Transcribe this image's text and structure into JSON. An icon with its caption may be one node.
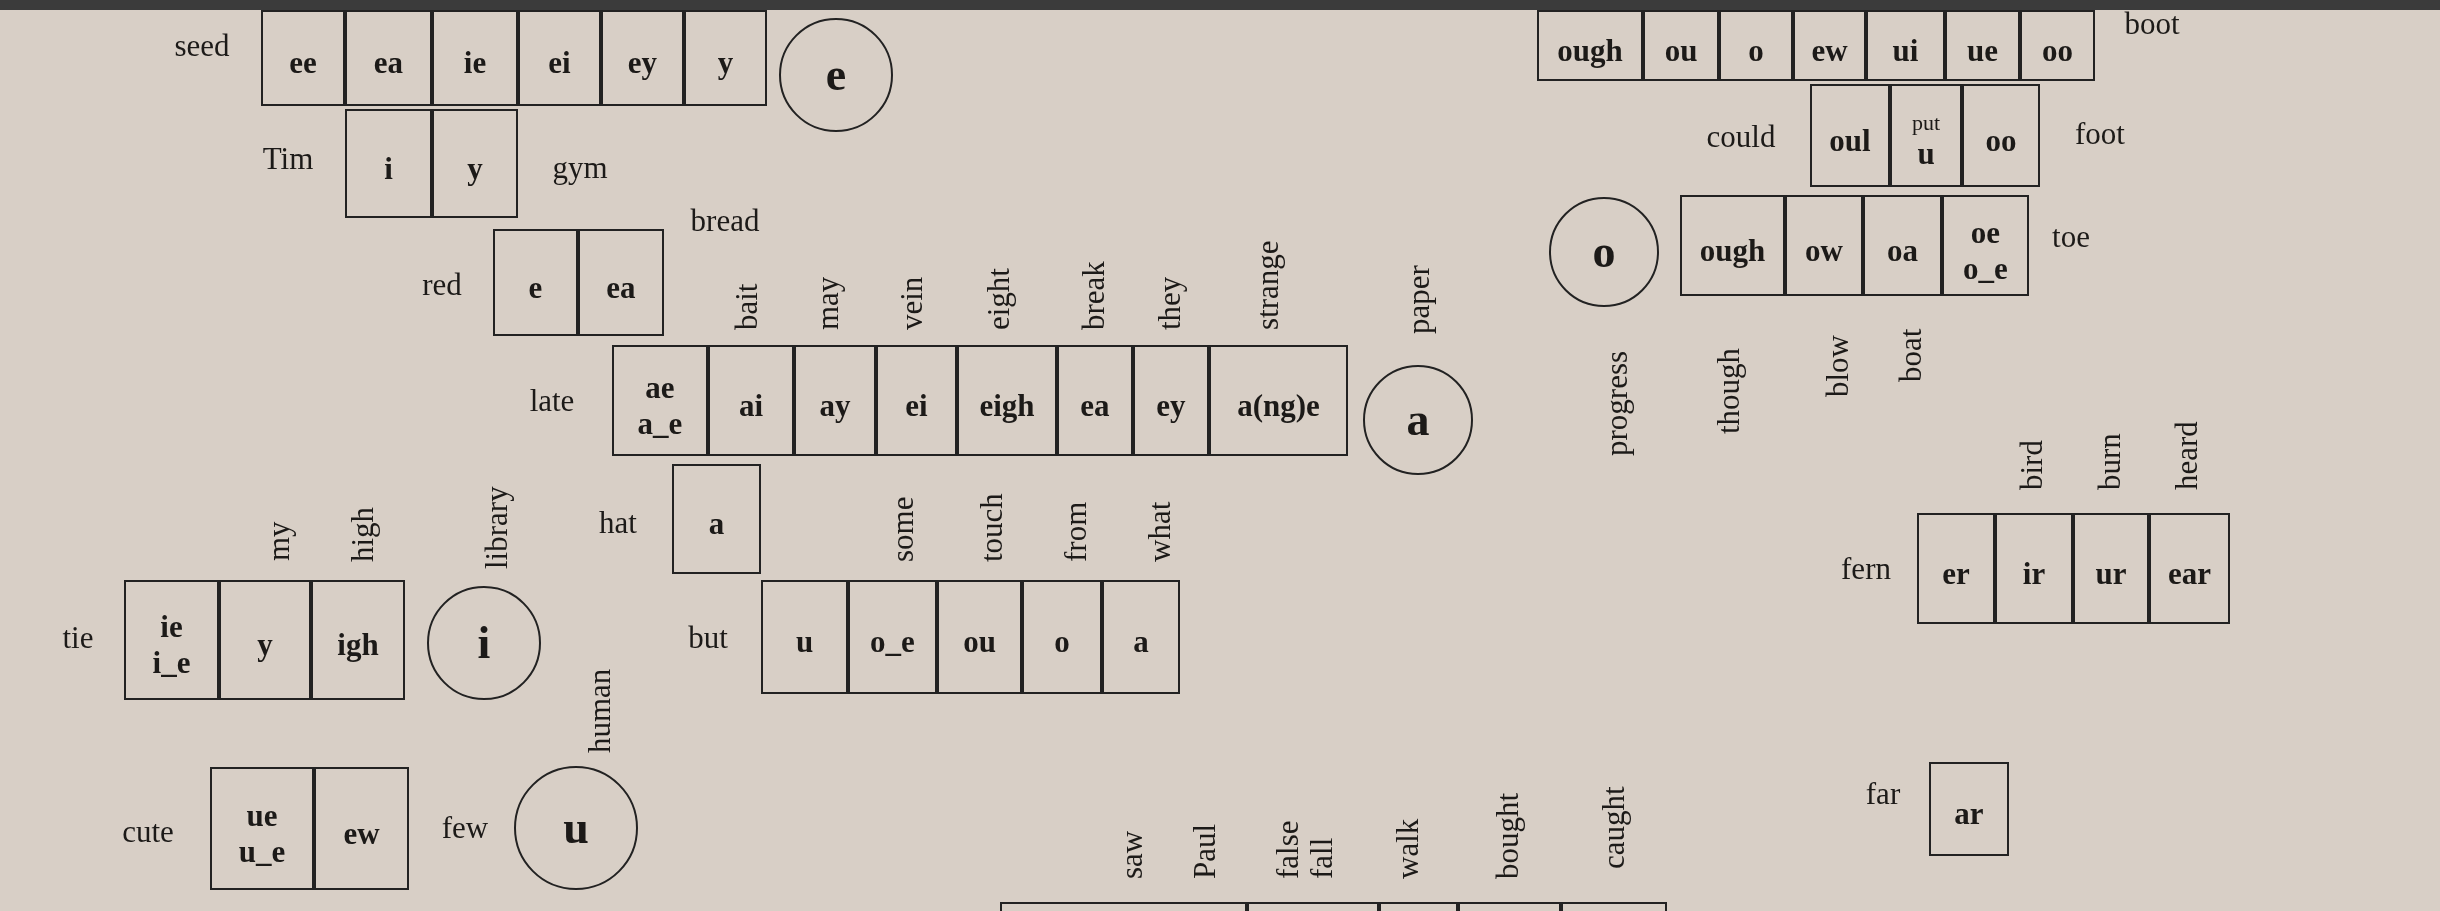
{
  "diagram": {
    "nodes": [
      {
        "text": [
          "ee"
        ]
      },
      {
        "text": [
          "ea"
        ]
      },
      {
        "text": [
          "ie"
        ]
      },
      {
        "text": [
          "ei"
        ]
      },
      {
        "text": [
          "ey"
        ]
      },
      {
        "text": [
          "y"
        ]
      },
      {
        "text": [
          "e"
        ]
      },
      {
        "text": [
          "i"
        ]
      },
      {
        "text": [
          "y"
        ]
      },
      {
        "text": [
          "e"
        ]
      },
      {
        "text": [
          "ea"
        ]
      },
      {
        "text": [
          "ae",
          "a_e"
        ]
      },
      {
        "text": [
          "ai"
        ]
      },
      {
        "text": [
          "ay"
        ]
      },
      {
        "text": [
          "ei"
        ]
      },
      {
        "text": [
          "eigh"
        ]
      },
      {
        "text": [
          "ea"
        ]
      },
      {
        "text": [
          "ey"
        ]
      },
      {
        "text": [
          "a(ng)e"
        ]
      },
      {
        "text": [
          "a"
        ]
      },
      {
        "text": [
          "a"
        ]
      },
      {
        "text": [
          "u"
        ]
      },
      {
        "text": [
          "o_e"
        ]
      },
      {
        "text": [
          "ou"
        ]
      },
      {
        "text": [
          "o"
        ]
      },
      {
        "text": [
          "a"
        ]
      },
      {
        "text": [
          "ough"
        ]
      },
      {
        "text": [
          "ou"
        ]
      },
      {
        "text": [
          "o"
        ]
      },
      {
        "text": [
          "ew"
        ]
      },
      {
        "text": [
          "ui"
        ]
      },
      {
        "text": [
          "ue"
        ]
      },
      {
        "text": [
          "oo"
        ]
      },
      {
        "text": [
          "oul"
        ]
      },
      {
        "text": [
          "put",
          "u"
        ]
      },
      {
        "text": [
          "oo"
        ]
      },
      {
        "text": [
          "o"
        ]
      },
      {
        "text": [
          "ough"
        ]
      },
      {
        "text": [
          "ow"
        ]
      },
      {
        "text": [
          "oa"
        ]
      },
      {
        "text": [
          "oe",
          "o_e"
        ]
      },
      {
        "text": [
          "ie",
          "i_e"
        ]
      },
      {
        "text": [
          "y"
        ]
      },
      {
        "text": [
          "igh"
        ]
      },
      {
        "text": [
          "i"
        ]
      },
      {
        "text": [
          "ue",
          "u_e"
        ]
      },
      {
        "text": [
          "ew"
        ]
      },
      {
        "text": [
          "u"
        ]
      },
      {
        "text": [
          "er"
        ]
      },
      {
        "text": [
          "ir"
        ]
      },
      {
        "text": [
          "ur"
        ]
      },
      {
        "text": [
          "ear"
        ]
      },
      {
        "text": [
          "ar"
        ]
      },
      {
        "text": [],
        "shape": "box"
      },
      {
        "text": [],
        "shape": "box"
      },
      {
        "text": [],
        "shape": "box"
      },
      {
        "text": [],
        "shape": "box"
      },
      {
        "text": [],
        "shape": "box"
      }
    ],
    "labels": [
      "seed",
      "boot",
      "Tim",
      "gym",
      "could",
      "foot",
      "bread",
      "red",
      "toe",
      "bait",
      "may",
      "vein",
      "eight",
      "break",
      "they",
      "strange",
      "paper",
      "late",
      "progress",
      "though",
      "blow",
      "boat",
      "bird",
      "burn",
      "heard",
      "hat",
      "my",
      "high",
      "library",
      "some",
      "touch",
      "from",
      "what",
      "fern",
      "tie",
      "but",
      "human",
      "cute",
      "few",
      "far",
      "saw",
      "Paul",
      "false fall",
      "walk",
      "bought",
      "caught"
    ]
  }
}
